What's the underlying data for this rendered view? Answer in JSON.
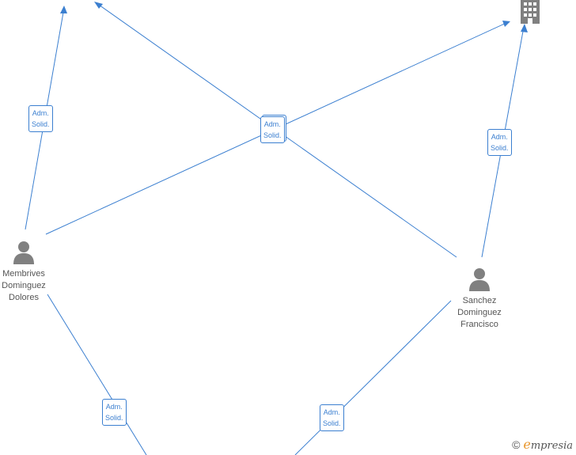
{
  "edge_role": {
    "line1": "Adm.",
    "line2": "Solid."
  },
  "persons": [
    {
      "id": "membrives",
      "lines": [
        "Membrives",
        "Dominguez",
        "Dolores"
      ]
    },
    {
      "id": "sanchez",
      "lines": [
        "Sanchez",
        "Dominguez",
        "Francisco"
      ]
    }
  ],
  "brand": {
    "copyright": "©",
    "initial": "e",
    "rest": "mpresia"
  },
  "colors": {
    "edge": "#3b7fd0",
    "icon": "#808080",
    "text": "#555555"
  },
  "icons": {
    "person": "person-icon",
    "company": "building-icon"
  }
}
